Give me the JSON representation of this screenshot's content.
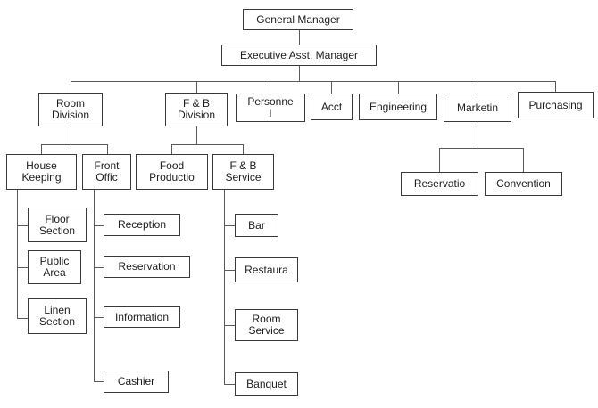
{
  "diagram": {
    "type": "org-chart",
    "subject": "Hotel organization chart",
    "nodes": {
      "general_manager": {
        "label": "General Manager"
      },
      "exec_asst_manager": {
        "label": "Executive Asst. Manager"
      },
      "room_division": {
        "label": "Room\nDivision"
      },
      "fb_division": {
        "label": "F & B\nDivision"
      },
      "personnel": {
        "label": "Personne\nl"
      },
      "acct": {
        "label": "Acct"
      },
      "engineering": {
        "label": "Engineering"
      },
      "marketing": {
        "label": "Marketin"
      },
      "purchasing": {
        "label": "Purchasing"
      },
      "house_keeping": {
        "label": "House\nKeeping"
      },
      "front_office": {
        "label": "Front\nOffic"
      },
      "food_production": {
        "label": "Food\nProductio"
      },
      "fb_service": {
        "label": "F & B\nService"
      },
      "reservation_mkt": {
        "label": "Reservatio"
      },
      "convention": {
        "label": "Convention"
      },
      "floor_section": {
        "label": "Floor\nSection"
      },
      "public_area": {
        "label": "Public\nArea"
      },
      "linen_section": {
        "label": "Linen\nSection"
      },
      "reception": {
        "label": "Reception"
      },
      "reservation_fo": {
        "label": "Reservation"
      },
      "information": {
        "label": "Information"
      },
      "cashier": {
        "label": "Cashier"
      },
      "bar": {
        "label": "Bar"
      },
      "restaurant": {
        "label": "Restaura"
      },
      "room_service": {
        "label": "Room\nService"
      },
      "banquet": {
        "label": "Banquet"
      }
    },
    "edges": [
      [
        "general_manager",
        "exec_asst_manager"
      ],
      [
        "exec_asst_manager",
        "room_division"
      ],
      [
        "exec_asst_manager",
        "fb_division"
      ],
      [
        "exec_asst_manager",
        "personnel"
      ],
      [
        "exec_asst_manager",
        "acct"
      ],
      [
        "exec_asst_manager",
        "engineering"
      ],
      [
        "exec_asst_manager",
        "marketing"
      ],
      [
        "exec_asst_manager",
        "purchasing"
      ],
      [
        "room_division",
        "house_keeping"
      ],
      [
        "room_division",
        "front_office"
      ],
      [
        "fb_division",
        "food_production"
      ],
      [
        "fb_division",
        "fb_service"
      ],
      [
        "marketing",
        "reservation_mkt"
      ],
      [
        "marketing",
        "convention"
      ],
      [
        "house_keeping",
        "floor_section"
      ],
      [
        "house_keeping",
        "public_area"
      ],
      [
        "house_keeping",
        "linen_section"
      ],
      [
        "front_office",
        "reception"
      ],
      [
        "front_office",
        "reservation_fo"
      ],
      [
        "front_office",
        "information"
      ],
      [
        "front_office",
        "cashier"
      ],
      [
        "fb_service",
        "bar"
      ],
      [
        "fb_service",
        "restaurant"
      ],
      [
        "fb_service",
        "room_service"
      ],
      [
        "fb_service",
        "banquet"
      ]
    ],
    "colors": {
      "background": "#ffffff",
      "box_border": "#3a3a3a",
      "connector": "#5a5a5a",
      "text": "#1c1c1c"
    }
  }
}
